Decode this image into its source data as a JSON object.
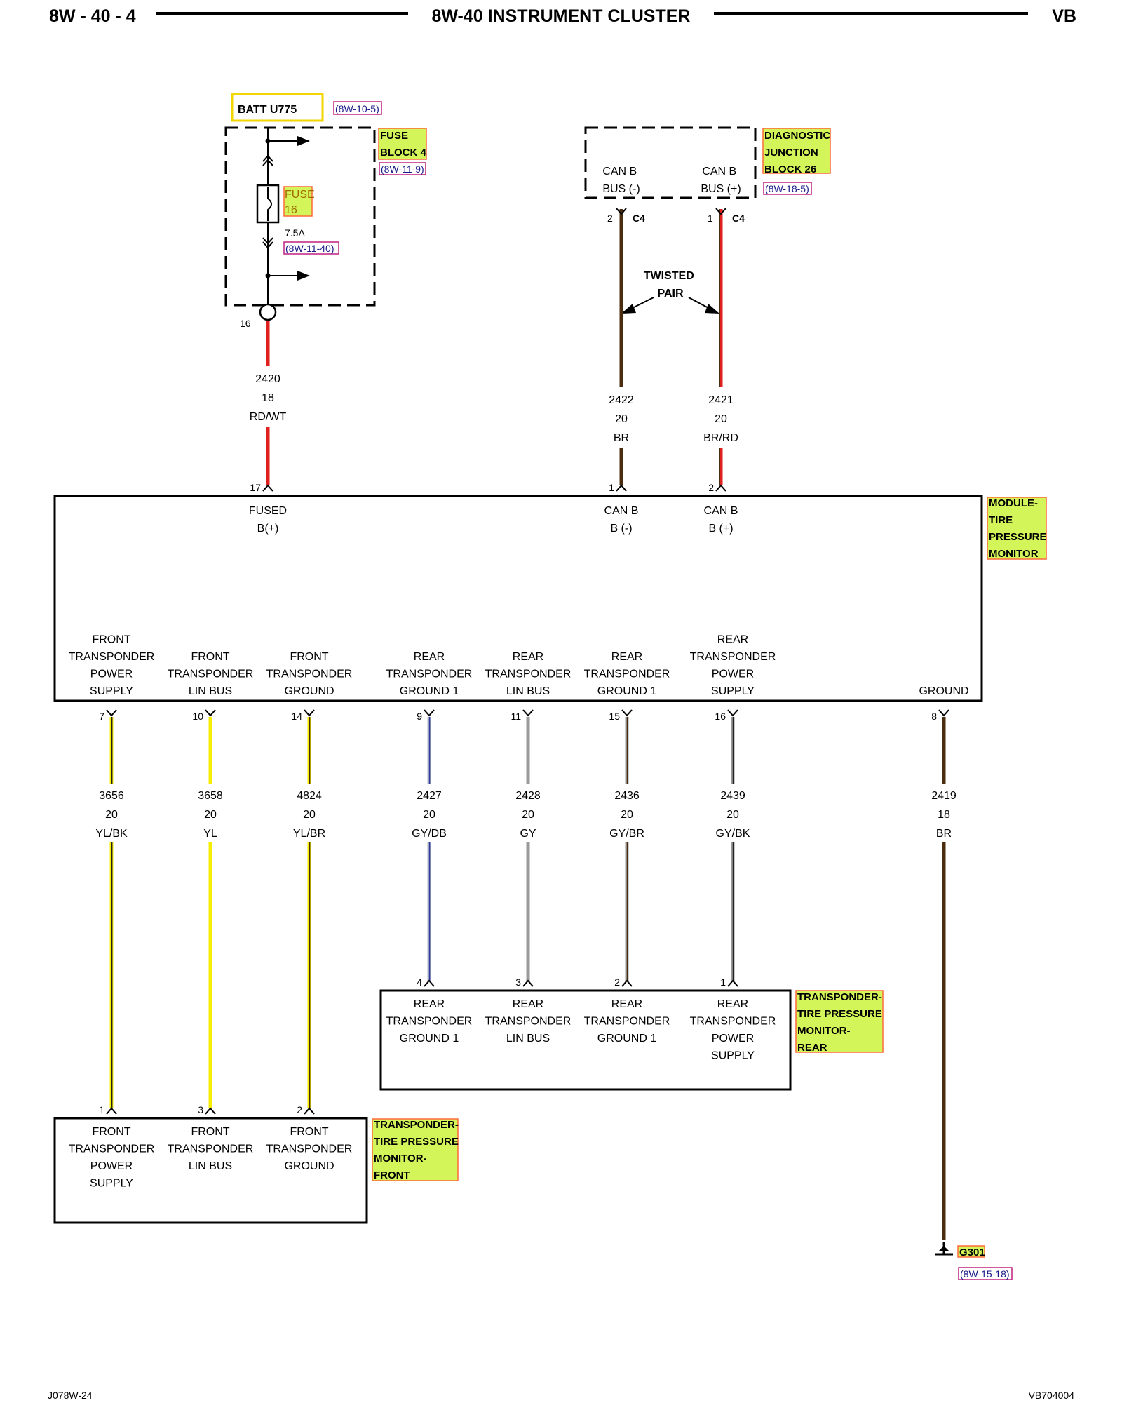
{
  "header": {
    "left": "8W - 40 - 4",
    "title": "8W-40 INSTRUMENT CLUSTER",
    "right": "VB"
  },
  "footer": {
    "left": "J078W-24",
    "right": "VB704004"
  },
  "colors": {
    "red": "#e0201c",
    "brown": "#4a2c0e",
    "yellow": "#f6ee00",
    "gray": "#9a9a9a",
    "highlight": "#d4f55a",
    "highlight_border": "#ff6a3a",
    "ref": "#1a1a8a"
  },
  "batt": {
    "label": "BATT U775",
    "ref": "(8W-10-5)"
  },
  "fuse_block": {
    "tag_lines": [
      "FUSE",
      "BLOCK 4"
    ],
    "ref": "(8W-11-9)",
    "fuse_tag_lines": [
      "FUSE",
      "16"
    ],
    "rating": "7.5A",
    "fuse_ref": "(8W-11-40)",
    "out_pin": "16"
  },
  "djb": {
    "tag_lines": [
      "DIAGNOSTIC",
      "JUNCTION",
      "BLOCK 26"
    ],
    "ref": "(8W-18-5)",
    "left_lines": [
      "CAN B",
      "BUS (-)"
    ],
    "right_lines": [
      "CAN B",
      "BUS (+)"
    ],
    "left_pin": "2",
    "right_pin": "1",
    "connector": "C4"
  },
  "twisted_pair": [
    "TWISTED",
    "PAIR"
  ],
  "top_wires": [
    {
      "circuit": "2420",
      "gauge": "18",
      "color": "RD/WT",
      "pin": "17"
    },
    {
      "circuit": "2422",
      "gauge": "20",
      "color": "BR",
      "pin": "1"
    },
    {
      "circuit": "2421",
      "gauge": "20",
      "color": "BR/RD",
      "pin": "2"
    }
  ],
  "module": {
    "tag_lines": [
      "MODULE-",
      "TIRE",
      "PRESSURE",
      "MONITOR"
    ],
    "top_terms": [
      [
        "FUSED",
        "B(+)"
      ],
      [
        "CAN B",
        "B (-)"
      ],
      [
        "CAN B",
        "B (+)"
      ]
    ],
    "bottom_terms": [
      [
        "FRONT",
        "TRANSPONDER",
        "POWER",
        "SUPPLY"
      ],
      [
        "FRONT",
        "TRANSPONDER",
        "LIN BUS"
      ],
      [
        "FRONT",
        "TRANSPONDER",
        "GROUND"
      ],
      [
        "REAR",
        "TRANSPONDER",
        "GROUND 1"
      ],
      [
        "REAR",
        "TRANSPONDER",
        "LIN BUS"
      ],
      [
        "REAR",
        "TRANSPONDER",
        "GROUND 1"
      ],
      [
        "REAR",
        "TRANSPONDER",
        "POWER",
        "SUPPLY"
      ],
      [
        "GROUND"
      ]
    ]
  },
  "bottom_wires": [
    {
      "module_pin": "7",
      "circuit": "3656",
      "gauge": "20",
      "color": "YL/BK",
      "dest_pin": "1"
    },
    {
      "module_pin": "10",
      "circuit": "3658",
      "gauge": "20",
      "color": "YL",
      "dest_pin": "3"
    },
    {
      "module_pin": "14",
      "circuit": "4824",
      "gauge": "20",
      "color": "YL/BR",
      "dest_pin": "2"
    },
    {
      "module_pin": "9",
      "circuit": "2427",
      "gauge": "20",
      "color": "GY/DB",
      "dest_pin": "4"
    },
    {
      "module_pin": "11",
      "circuit": "2428",
      "gauge": "20",
      "color": "GY",
      "dest_pin": "3"
    },
    {
      "module_pin": "15",
      "circuit": "2436",
      "gauge": "20",
      "color": "GY/BR",
      "dest_pin": "2"
    },
    {
      "module_pin": "16",
      "circuit": "2439",
      "gauge": "20",
      "color": "GY/BK",
      "dest_pin": "1"
    },
    {
      "module_pin": "8",
      "circuit": "2419",
      "gauge": "18",
      "color": "BR",
      "dest_pin": ""
    }
  ],
  "rear_transponder": {
    "tag_lines": [
      "TRANSPONDER-",
      "TIRE PRESSURE",
      "MONITOR-",
      "REAR"
    ],
    "terms": [
      [
        "REAR",
        "TRANSPONDER",
        "GROUND 1"
      ],
      [
        "REAR",
        "TRANSPONDER",
        "LIN BUS"
      ],
      [
        "REAR",
        "TRANSPONDER",
        "GROUND 1"
      ],
      [
        "REAR",
        "TRANSPONDER",
        "POWER",
        "SUPPLY"
      ]
    ]
  },
  "front_transponder": {
    "tag_lines": [
      "TRANSPONDER-",
      "TIRE PRESSURE",
      "MONITOR-",
      "FRONT"
    ],
    "terms": [
      [
        "FRONT",
        "TRANSPONDER",
        "POWER",
        "SUPPLY"
      ],
      [
        "FRONT",
        "TRANSPONDER",
        "LIN BUS"
      ],
      [
        "FRONT",
        "TRANSPONDER",
        "GROUND"
      ]
    ]
  },
  "ground": {
    "label": "G301",
    "ref": "(8W-15-18)"
  }
}
